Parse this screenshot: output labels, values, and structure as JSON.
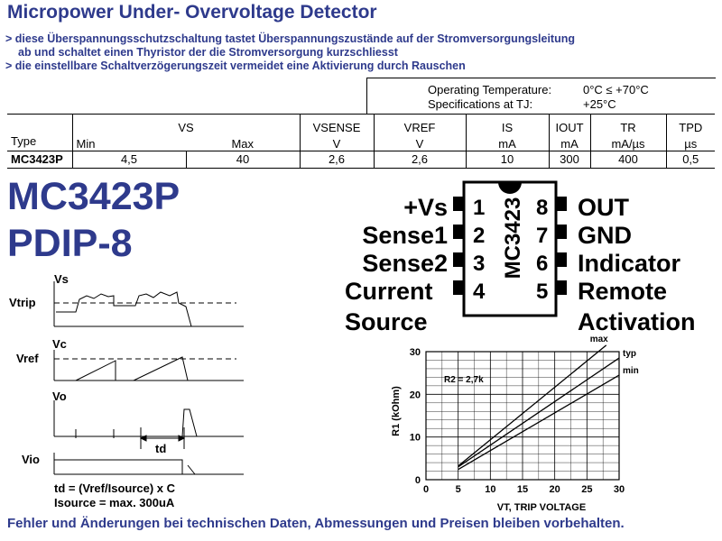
{
  "title": "Micropower Under- Overvoltage Detector",
  "bullets": [
    "> diese Überspannungsschutzschaltung tastet Überspannungszustände auf der Stromversorgungsleitung",
    "ab und schaltet einen Thyristor der die Stromversorgung kurzschliesst",
    "> die einstellbare Schaltverzögerungszeit vermeidet eine Aktivierung durch Rauschen"
  ],
  "conditions": {
    "temp_label": "Operating Temperature:",
    "temp_value": "0°C ≤ +70°C",
    "spec_label": "Specifications at TJ:",
    "spec_value": "+25°C"
  },
  "spec_table": {
    "type_header": "Type",
    "vs_header": "VS",
    "vs_min": "Min",
    "vs_max": "Max",
    "vsense_header": "VSENSE",
    "vsense_unit": "V",
    "vref_header": "VREF",
    "vref_unit": "V",
    "is_header": "IS",
    "is_unit": "mA",
    "iout_header": "IOUT",
    "iout_unit": "mA",
    "tr_header": "TR",
    "tr_unit": "mA/µs",
    "tpd_header": "TPD",
    "tpd_unit": "µs",
    "row": {
      "type": "MC3423P",
      "vs_min": "4,5",
      "vs_max": "40",
      "vsense": "2,6",
      "vref": "2,6",
      "is": "10",
      "iout": "300",
      "tr": "400",
      "tpd": "0,5"
    }
  },
  "part": {
    "name": "MC3423P",
    "package": "PDIP-8"
  },
  "chip": {
    "label": "MC3423",
    "left_pins": [
      {
        "num": "1",
        "label": "+Vs"
      },
      {
        "num": "2",
        "label": "Sense1"
      },
      {
        "num": "3",
        "label": "Sense2"
      },
      {
        "num": "4",
        "label": "Current"
      }
    ],
    "left_extra": "Source",
    "right_pins": [
      {
        "num": "8",
        "label": "OUT"
      },
      {
        "num": "7",
        "label": "GND"
      },
      {
        "num": "6",
        "label": "Indicator"
      },
      {
        "num": "5",
        "label": "Remote"
      }
    ],
    "right_extra": "Activation"
  },
  "timing": {
    "labels": {
      "vs": "Vs",
      "vtrip": "Vtrip",
      "vc": "Vc",
      "vref": "Vref",
      "vo": "Vo",
      "vio": "Vio",
      "td": "td"
    },
    "formula1": "td = (Vref/Isource) x C",
    "formula2": "Isource = max. 300uA"
  },
  "chart_data": {
    "type": "line",
    "title": "",
    "xlabel": "VT, TRIP VOLTAGE",
    "ylabel": "R1 (kOhm)",
    "xlim": [
      0,
      30
    ],
    "ylim": [
      0,
      30
    ],
    "xticks": [
      0,
      5,
      10,
      15,
      20,
      25,
      30
    ],
    "yticks": [
      0,
      10,
      20,
      30
    ],
    "grid": true,
    "annotation": "R2 = 2,7k",
    "series": [
      {
        "name": "max",
        "x": [
          5,
          28
        ],
        "y": [
          3.2,
          31.5
        ]
      },
      {
        "name": "typ",
        "x": [
          5,
          30
        ],
        "y": [
          3.0,
          28.5
        ]
      },
      {
        "name": "min",
        "x": [
          5,
          30
        ],
        "y": [
          2.4,
          24.5
        ]
      }
    ]
  },
  "footer": "Fehler und Änderungen bei technischen Daten, Abmessungen und Preisen bleiben vorbehalten."
}
